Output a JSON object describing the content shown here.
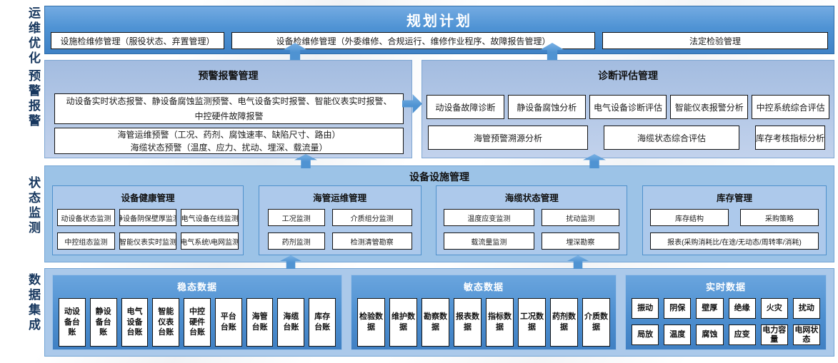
{
  "left_labels": [
    "运维优化",
    "预警报警",
    "状态监测",
    "数据集成"
  ],
  "band1": {
    "title": "规划计划",
    "box1": "设施检维修管理（服役状态、弃置管理）",
    "box2": "设备检维修管理（外委维修、合规运行、维修作业程序、故障报告管理）",
    "box3": "法定检验管理"
  },
  "band2": {
    "alert": {
      "title": "预警报警管理",
      "box1": "动设备实时状态报警、静设备腐蚀监测预警、电气设备实时报警、智能仪表实时报警、中控硬件故障报警",
      "box2_line1": "海管运维预警（工况、药剂、腐蚀速率、缺陷尺寸、路由）",
      "box2_line2": "海缆状态预警（温度、应力、扰动、埋深、载流量）"
    },
    "diagnosis": {
      "title": "诊断评估管理",
      "row1": [
        "动设备故障诊断",
        "静设备腐蚀分析",
        "电气设备诊断评估",
        "智能仪表报警分析",
        "中控系统综合评估"
      ],
      "row2": [
        "海管预警溯源分析",
        "海缆状态综合评估",
        "库存考核指标分析"
      ]
    }
  },
  "band3": {
    "title": "设备设施管理",
    "health": {
      "title": "设备健康管理",
      "boxes": [
        "动设备状态监测",
        "静设备阴保壁厚监测",
        "电气设备在线监测",
        "中控组态监测",
        "智能仪表实时监测",
        "电气系统\\电网监测"
      ]
    },
    "pipeline": {
      "title": "海管运维管理",
      "boxes": [
        "工况监测",
        "介质组分监测",
        "药剂监测",
        "检测清管勘察"
      ]
    },
    "cable": {
      "title": "海缆状态管理",
      "boxes": [
        "温度应变监测",
        "扰动监测",
        "载流量监测",
        "埋深勘察"
      ]
    },
    "inventory": {
      "title": "库存管理",
      "boxes": [
        "库存结构",
        "采购策略"
      ],
      "report": "报表(采购消耗比/在途/无动态/周转率/消耗)"
    }
  },
  "band4": {
    "steady": {
      "title": "稳态数据",
      "cards": [
        "动设备台账",
        "静设备台账",
        "电气设备台账",
        "智能仪表台账",
        "中控硬件台账",
        "平台台账",
        "海管台账",
        "海缆台账",
        "库存台账"
      ]
    },
    "agile": {
      "title": "敏态数据",
      "cards": [
        "检验数据",
        "维护数据",
        "勘察数据",
        "报表数据",
        "指标数据",
        "工况数据",
        "药剂数据",
        "介质数据"
      ]
    },
    "realtime": {
      "title": "实时数据",
      "cards": [
        "振动",
        "阴保",
        "壁厚",
        "绝缘",
        "火灾",
        "扰动",
        "局放",
        "温度",
        "腐蚀",
        "应变",
        "电力容量",
        "电网状态"
      ]
    }
  },
  "colors": {
    "accent": "#4f93d2",
    "band_light": "#adc9eb",
    "band_medium": "#9cc3e7",
    "label_navy": "#17375e"
  }
}
